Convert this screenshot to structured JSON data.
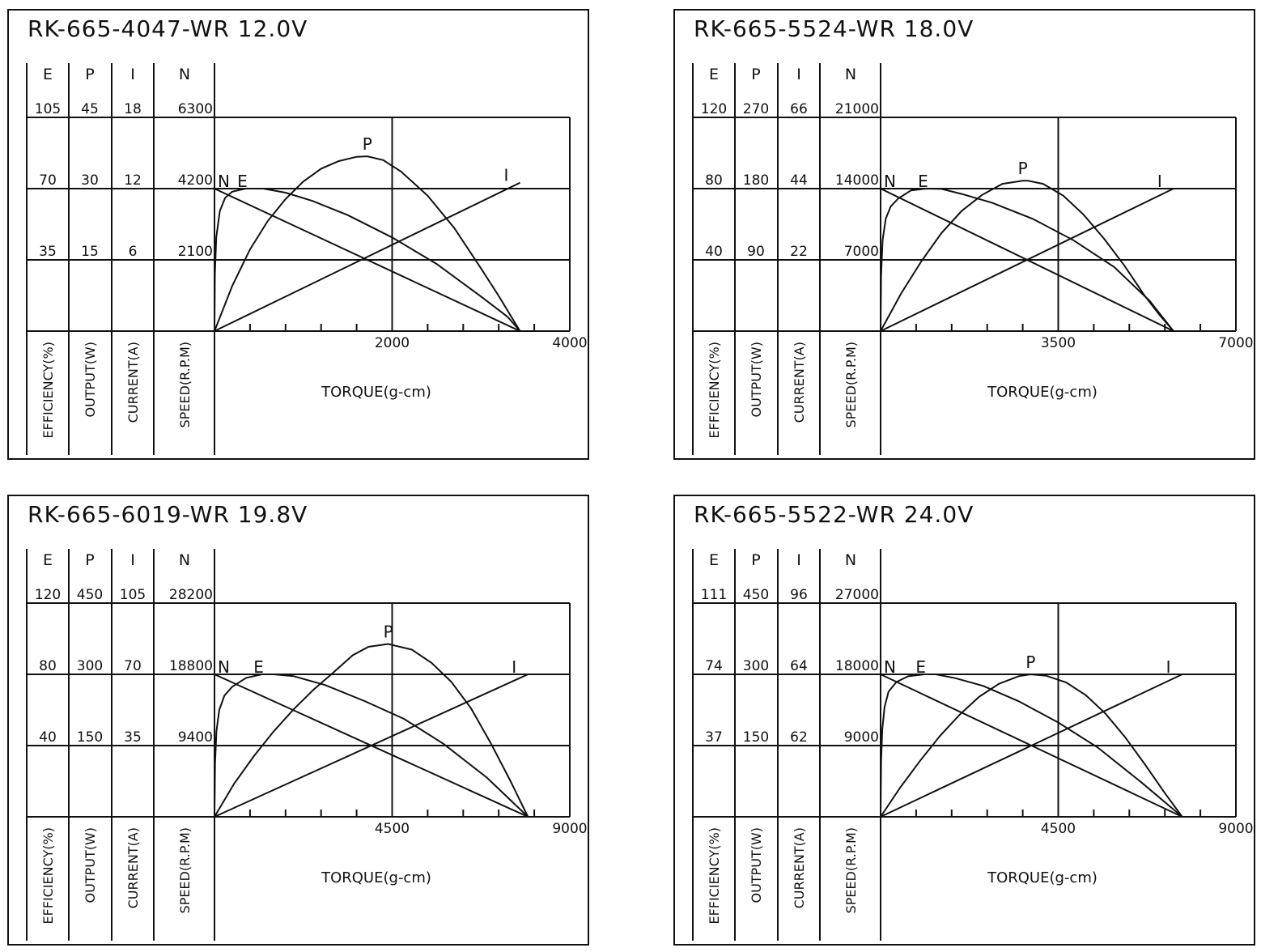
{
  "chart_data": [
    {
      "type": "line",
      "title": "RK-665-4047-WR   12.0V",
      "xlabel": "TORQUE(g-cm)",
      "xlim": [
        0,
        4000
      ],
      "x_ticks": [
        "2000",
        "4000"
      ],
      "y_axes": [
        {
          "key": "E",
          "header": "E",
          "label": "EFFICIENCY(%)",
          "ticks": [
            "105",
            "70",
            "35"
          ]
        },
        {
          "key": "P",
          "header": "P",
          "label": "OUTPUT(W)",
          "ticks": [
            "45",
            "30",
            "15"
          ]
        },
        {
          "key": "I",
          "header": "I",
          "label": "CURRENT(A)",
          "ticks": [
            "18",
            "12",
            "6"
          ]
        },
        {
          "key": "N",
          "header": "N",
          "label": "SPEED(R.P.M)",
          "ticks": [
            "6300",
            "4200",
            "2100"
          ]
        }
      ],
      "grid": true,
      "series": [
        {
          "name": "N",
          "axis": "N",
          "x": [
            0,
            3440
          ],
          "y": [
            4200,
            0
          ]
        },
        {
          "name": "I",
          "axis": "I",
          "x": [
            0,
            3440
          ],
          "y": [
            0,
            12.5
          ]
        },
        {
          "name": "P",
          "axis": "P",
          "x": [
            0,
            200,
            400,
            600,
            800,
            1000,
            1200,
            1400,
            1600,
            1720,
            1900,
            2100,
            2400,
            2700,
            3000,
            3200,
            3440
          ],
          "y": [
            0,
            9.5,
            17.2,
            23.2,
            27.8,
            31.5,
            34.2,
            35.8,
            36.7,
            36.8,
            36.0,
            33.6,
            28.5,
            21.7,
            13.2,
            7.4,
            0
          ]
        },
        {
          "name": "E",
          "axis": "E",
          "x": [
            0,
            5,
            20,
            60,
            120,
            200,
            350,
            550,
            800,
            1100,
            1500,
            2000,
            2500,
            3000,
            3300,
            3440
          ],
          "y": [
            0,
            28,
            46,
            59,
            65.5,
            68.5,
            70,
            70,
            68,
            64,
            57,
            46,
            33,
            17,
            7,
            0
          ]
        }
      ]
    },
    {
      "type": "line",
      "title": "RK-665-5524-WR   18.0V",
      "xlabel": "TORQUE(g-cm)",
      "xlim": [
        0,
        7000
      ],
      "x_ticks": [
        "3500",
        "7000"
      ],
      "y_axes": [
        {
          "key": "E",
          "header": "E",
          "label": "EFFICIENCY(%)",
          "ticks": [
            "120",
            "80",
            "40"
          ]
        },
        {
          "key": "P",
          "header": "P",
          "label": "OUTPUT(W)",
          "ticks": [
            "270",
            "180",
            "90"
          ]
        },
        {
          "key": "I",
          "header": "I",
          "label": "CURRENT(A)",
          "ticks": [
            "66",
            "44",
            "22"
          ]
        },
        {
          "key": "N",
          "header": "N",
          "label": "SPEED(R.P.M)",
          "ticks": [
            "21000",
            "14000",
            "7000"
          ]
        }
      ],
      "grid": true,
      "series": [
        {
          "name": "N",
          "axis": "N",
          "x": [
            0,
            5770
          ],
          "y": [
            14000,
            0
          ]
        },
        {
          "name": "I",
          "axis": "I",
          "x": [
            0,
            5770
          ],
          "y": [
            0,
            44
          ]
        },
        {
          "name": "P",
          "axis": "P",
          "x": [
            0,
            400,
            800,
            1200,
            1600,
            2000,
            2400,
            2800,
            2900,
            3200,
            3600,
            4000,
            4400,
            4800,
            5200,
            5500,
            5770
          ],
          "y": [
            0,
            47,
            88,
            124,
            152,
            172,
            186,
            190,
            190,
            186,
            171,
            147,
            117,
            83,
            45,
            20,
            0
          ]
        },
        {
          "name": "E",
          "axis": "E",
          "x": [
            0,
            10,
            40,
            100,
            200,
            350,
            600,
            900,
            1200,
            1600,
            2200,
            3000,
            3800,
            4600,
            5300,
            5770
          ],
          "y": [
            0,
            31,
            51,
            63,
            70,
            74.5,
            79,
            80,
            79.8,
            77,
            72,
            63,
            51,
            36,
            17,
            0
          ]
        }
      ]
    },
    {
      "type": "line",
      "title": "RK-665-6019-WR   19.8V",
      "xlabel": "TORQUE(g-cm)",
      "xlim": [
        0,
        9000
      ],
      "x_ticks": [
        "4500",
        "9000"
      ],
      "y_axes": [
        {
          "key": "E",
          "header": "E",
          "label": "EFFICIENCY(%)",
          "ticks": [
            "120",
            "80",
            "40"
          ]
        },
        {
          "key": "P",
          "header": "P",
          "label": "OUTPUT(W)",
          "ticks": [
            "450",
            "300",
            "150"
          ]
        },
        {
          "key": "I",
          "header": "I",
          "label": "CURRENT(A)",
          "ticks": [
            "105",
            "70",
            "35"
          ]
        },
        {
          "key": "N",
          "header": "N",
          "label": "SPEED(R.P.M)",
          "ticks": [
            "28200",
            "18800",
            "9400"
          ]
        }
      ],
      "grid": true,
      "series": [
        {
          "name": "N",
          "axis": "N",
          "x": [
            0,
            7940
          ],
          "y": [
            18800,
            0
          ]
        },
        {
          "name": "I",
          "axis": "I",
          "x": [
            0,
            7940
          ],
          "y": [
            0,
            70
          ]
        },
        {
          "name": "P",
          "axis": "P",
          "x": [
            0,
            500,
            1000,
            1500,
            2000,
            2500,
            3000,
            3500,
            3900,
            4400,
            5000,
            5500,
            6000,
            6500,
            7000,
            7500,
            7940
          ],
          "y": [
            0,
            70,
            128,
            180,
            226,
            267,
            303,
            340,
            358,
            364,
            352,
            324,
            284,
            228,
            155,
            75,
            0
          ]
        },
        {
          "name": "E",
          "axis": "E",
          "x": [
            0,
            15,
            50,
            120,
            250,
            450,
            800,
            1200,
            1500,
            2000,
            2800,
            3800,
            4800,
            5800,
            6900,
            7940
          ],
          "y": [
            0,
            30,
            48,
            60,
            68,
            73,
            78,
            80,
            80,
            79,
            74,
            65,
            55,
            41,
            22,
            0
          ]
        }
      ]
    },
    {
      "type": "line",
      "title": "RK-665-5522-WR   24.0V",
      "xlabel": "TORQUE(g-cm)",
      "xlim": [
        0,
        9000
      ],
      "x_ticks": [
        "4500",
        "9000"
      ],
      "y_axes": [
        {
          "key": "E",
          "header": "E",
          "label": "EFFICIENCY(%)",
          "ticks": [
            "111",
            "74",
            "37"
          ]
        },
        {
          "key": "P",
          "header": "P",
          "label": "OUTPUT(W)",
          "ticks": [
            "450",
            "300",
            "150"
          ]
        },
        {
          "key": "I",
          "header": "I",
          "label": "CURRENT(A)",
          "ticks": [
            "96",
            "64",
            "62"
          ]
        },
        {
          "key": "N",
          "header": "N",
          "label": "SPEED(R.P.M)",
          "ticks": [
            "27000",
            "18000",
            "9000"
          ]
        }
      ],
      "grid": true,
      "series": [
        {
          "name": "N",
          "axis": "N",
          "x": [
            0,
            7640
          ],
          "y": [
            18000,
            0
          ]
        },
        {
          "name": "I",
          "axis": "I",
          "x": [
            0,
            7640
          ],
          "y": [
            0,
            64
          ]
        },
        {
          "name": "P",
          "axis": "P",
          "x": [
            0,
            500,
            1000,
            1500,
            2000,
            2500,
            3000,
            3500,
            3800,
            4200,
            4700,
            5200,
            5700,
            6200,
            6700,
            7200,
            7640
          ],
          "y": [
            0,
            62,
            118,
            170,
            215,
            253,
            280,
            296,
            300,
            297,
            283,
            256,
            217,
            167,
            110,
            50,
            0
          ]
        },
        {
          "name": "E",
          "axis": "E",
          "x": [
            0,
            12,
            40,
            100,
            200,
            400,
            700,
            1100,
            1400,
            1900,
            2600,
            3500,
            4500,
            5500,
            6600,
            7640
          ],
          "y": [
            0,
            28,
            45,
            57,
            65,
            70,
            73,
            74,
            74,
            72,
            68,
            60,
            49,
            36,
            18,
            0
          ]
        }
      ]
    }
  ]
}
